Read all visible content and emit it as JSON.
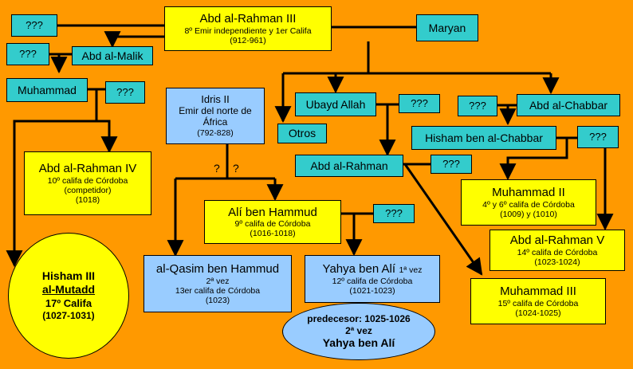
{
  "unknown": "???",
  "abd_rahman_iii": {
    "name": "Abd al-Rahman III",
    "line1": "8º Emir independiente y 1er Califa",
    "line2": "(912-961)"
  },
  "maryan": "Maryan",
  "abd_malik": "Abd al-Malik",
  "muhammad": "Muhammad",
  "idris": {
    "name": "Idris II",
    "line1": "Emir del norte de",
    "line2": "África",
    "line3": "(792-828)"
  },
  "ubayd": "Ubayd Allah",
  "otros": "Otros",
  "abd_chabbar": "Abd al-Chabbar",
  "hisham_chabbar": "Hisham ben al-Chabbar",
  "abd_rahman": "Abd al-Rahman",
  "abd_rahman_iv": {
    "name": "Abd al-Rahman IV",
    "line1": "10º califa de Córdoba",
    "line2": "(competidor)",
    "line3": "(1018)"
  },
  "question_marks": {
    "left": "?",
    "right": "?"
  },
  "ali_hammud": {
    "name": "Alí ben Hammud",
    "line1": "9º califa de Córdoba",
    "line2": "(1016-1018)"
  },
  "muhammad_ii": {
    "name": "Muhammad II",
    "line1": "4º y 6º califa de Córdoba",
    "line2": "(1009) y (1010)"
  },
  "abd_rahman_v": {
    "name": "Abd al-Rahman V",
    "line1": "14º califa de Córdoba",
    "line2": "(1023-1024)"
  },
  "qasim": {
    "name": "al-Qasim ben Hammud",
    "line1": "2ª vez",
    "line2": "13er califa de Córdoba",
    "line3": "(1023)"
  },
  "yahya": {
    "name": "Yahya ben Alí",
    "vez": "1ª vez",
    "line1": "12º califa de Córdoba",
    "line2": "(1021-1023)"
  },
  "muhammad_iii": {
    "name": "Muhammad III",
    "line1": "15º califa de Córdoba",
    "line2": "(1024-1025)"
  },
  "hisham_iii": {
    "line1": "Hisham III",
    "line2": "al-Mutadd",
    "line3": "17º Califa",
    "line4": "(1027-1031)"
  },
  "predecesor": {
    "line1": "predecesor: 1025-1026",
    "line2": "2ª vez",
    "line3": "Yahya ben Alí"
  }
}
